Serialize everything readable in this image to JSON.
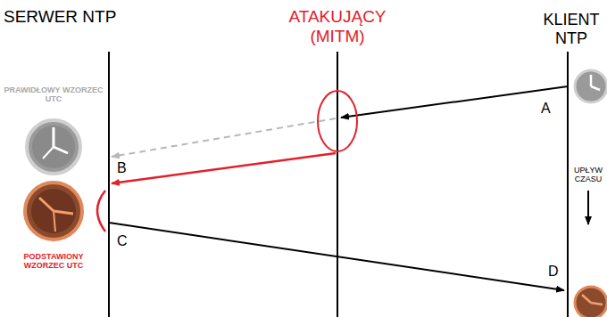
{
  "diagram": {
    "labels": [
      "SERWER NTP",
      "ATAKUJĄCY (MITM)",
      "KLIENT NTP",
      "PRAWIDŁOWY WZORZEC UTC",
      "PODSTAWIONY WZORZEC UTC",
      "A",
      "B",
      "C",
      "D",
      "UPŁYW CZASU"
    ]
  }
}
